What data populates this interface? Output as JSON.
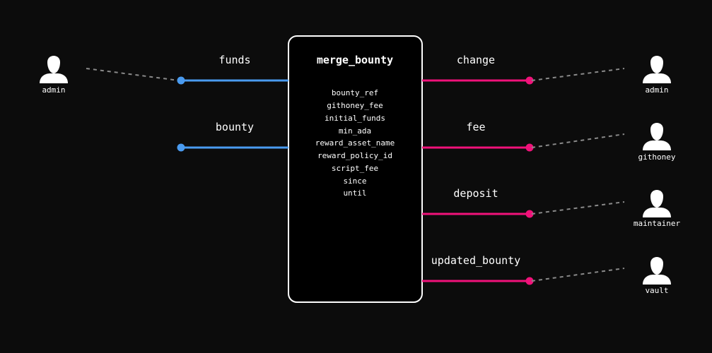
{
  "box": {
    "title": "merge_bounty",
    "params": [
      "bounty_ref",
      "githoney_fee",
      "initial_funds",
      "min_ada",
      "reward_asset_name",
      "reward_policy_id",
      "script_fee",
      "since",
      "until"
    ]
  },
  "inputs": [
    {
      "label": "funds",
      "actor": "admin"
    },
    {
      "label": "bounty",
      "actor": ""
    }
  ],
  "outputs": [
    {
      "label": "change",
      "actor": "admin"
    },
    {
      "label": "fee",
      "actor": "githoney"
    },
    {
      "label": "deposit",
      "actor": "maintainer"
    },
    {
      "label": "updated_bounty",
      "actor": "vault"
    }
  ],
  "colors": {
    "background": "#0c0c0c",
    "input_line": "#4a9bf0",
    "output_line": "#f0127a",
    "dashed": "#8a8a8a",
    "box_border": "#ffffff",
    "box_fill": "#000000",
    "text": "#ffffff"
  }
}
